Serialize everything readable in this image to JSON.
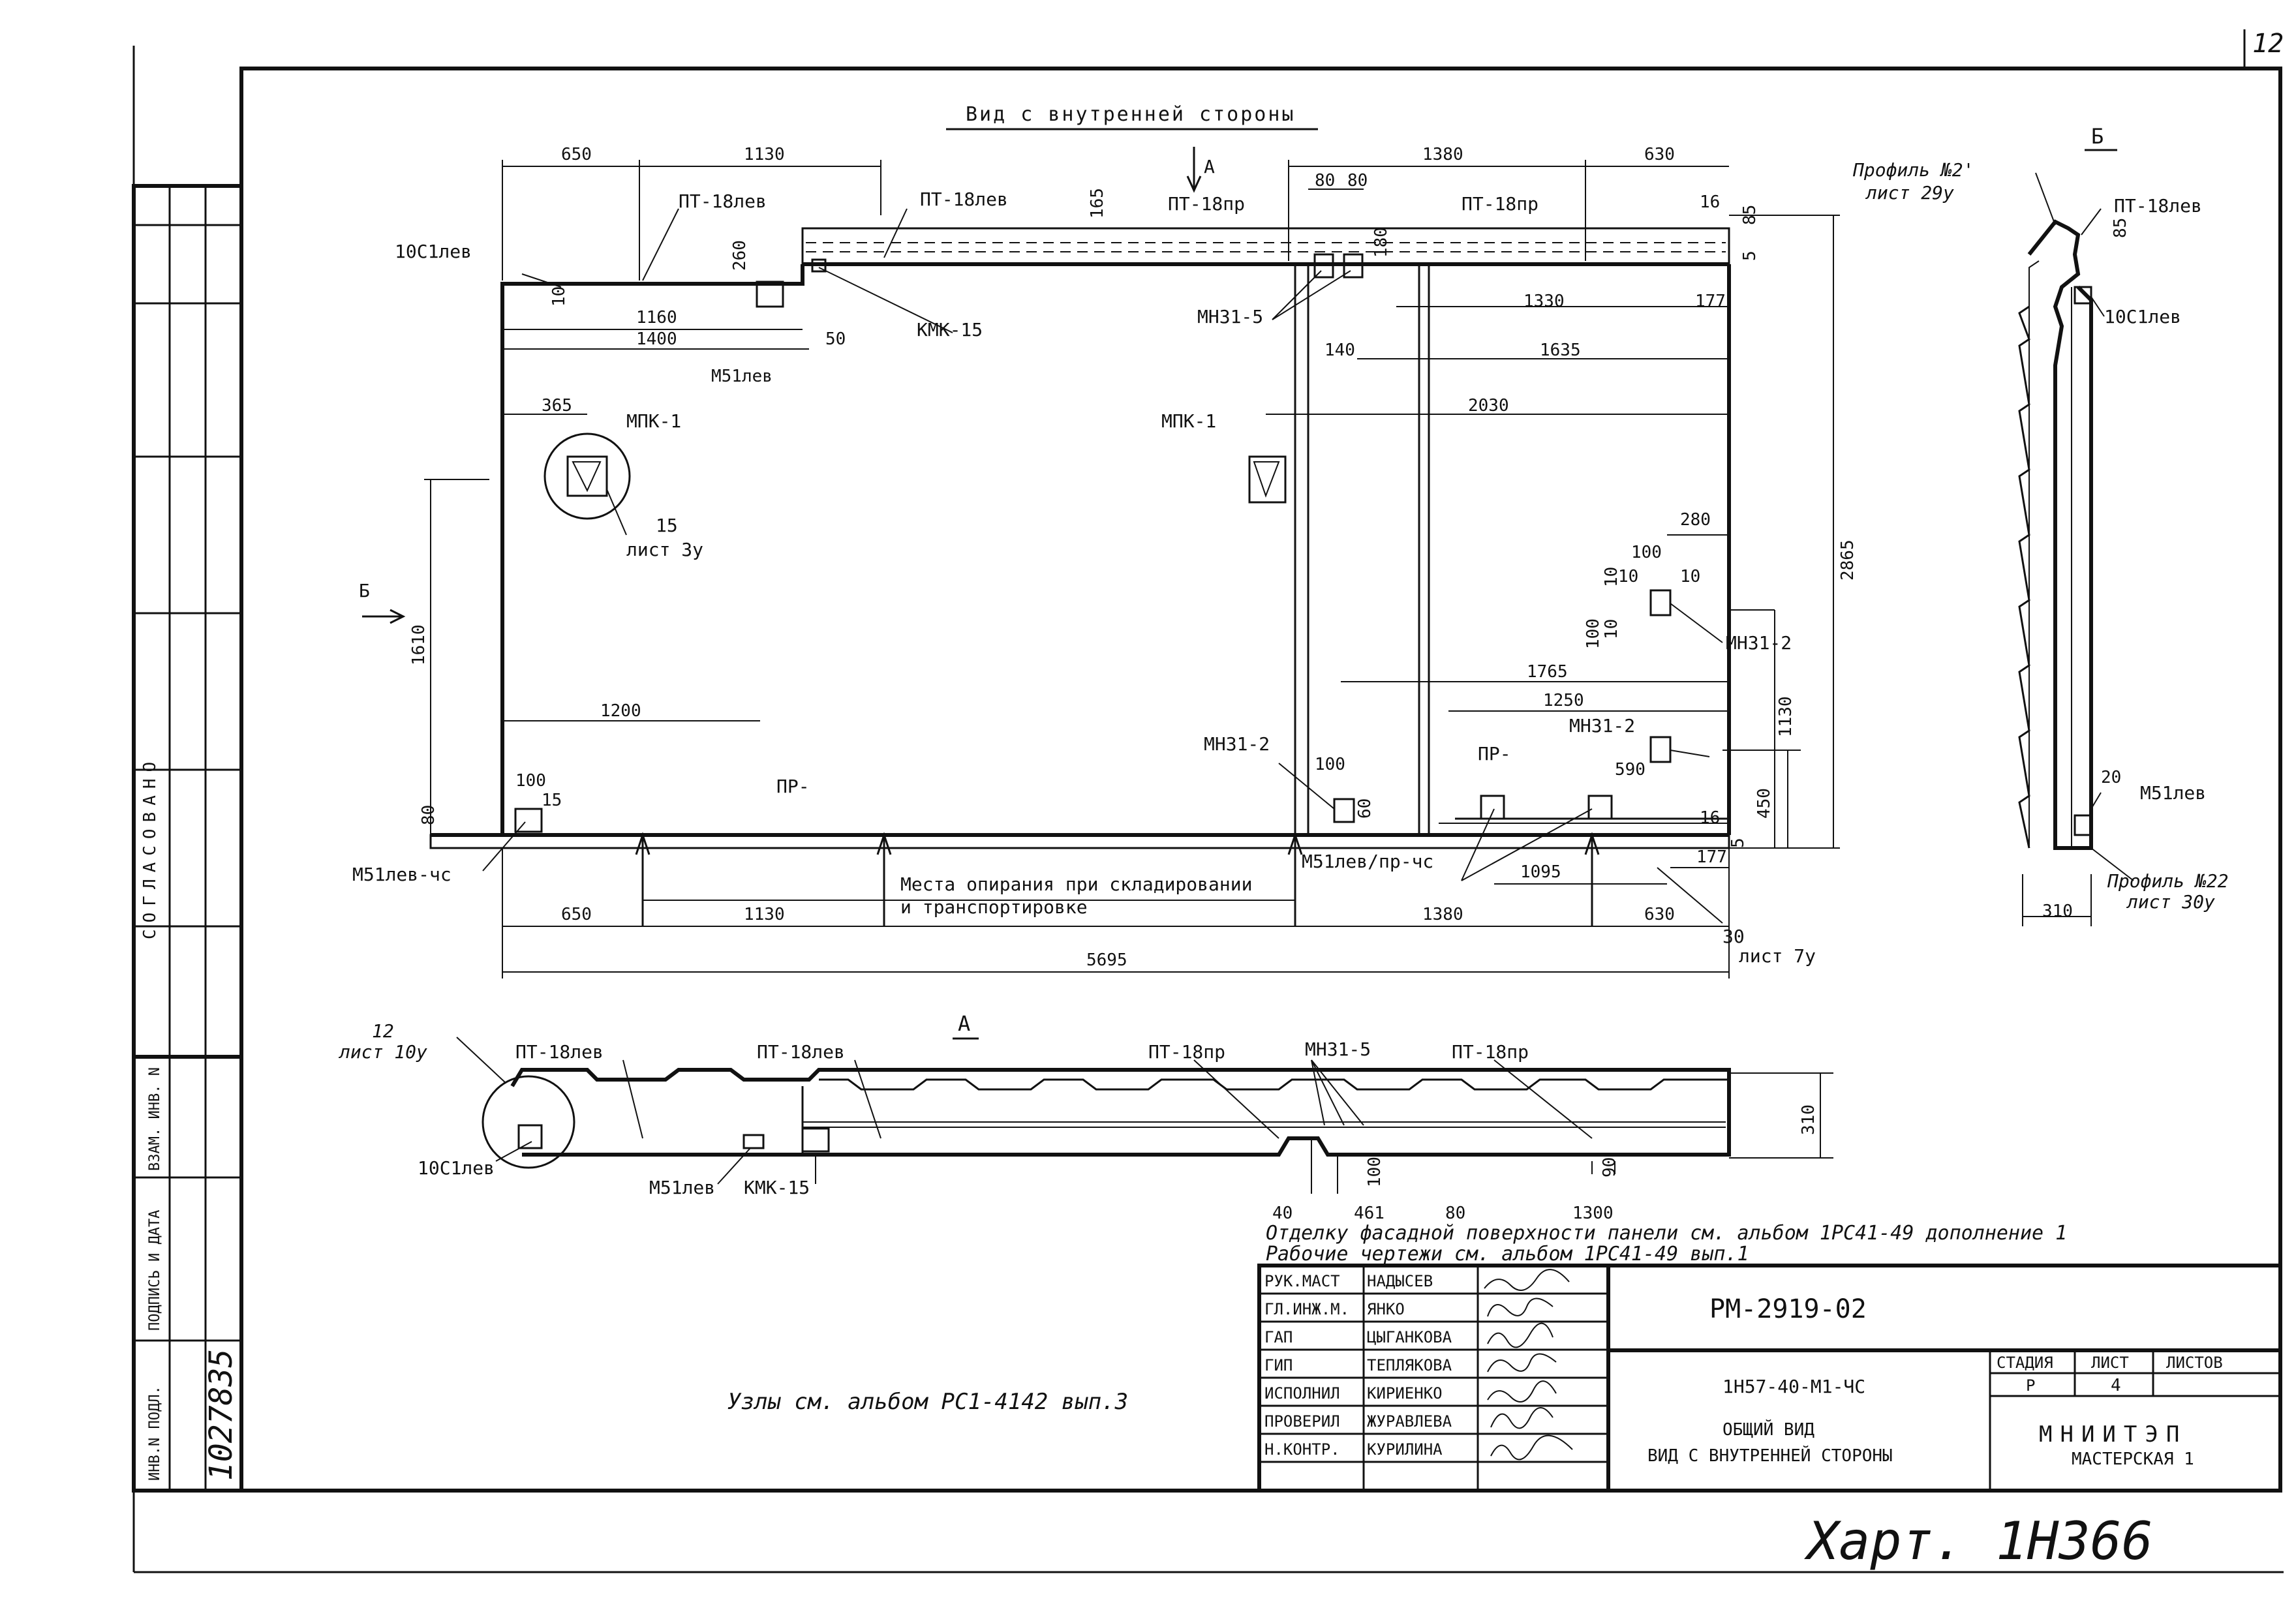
{
  "sheet_corner_number": "12",
  "handwritten_bottom": "Харт. 1Н366",
  "side_strip": {
    "agreed": "СОГЛАСОВАНО",
    "inv_sub": "ИНВ.N ПОДЛ.",
    "sign_date": "ПОДПИСЬ И ДАТА",
    "replace_inv": "ВЗАМ. ИНВ. N",
    "inv_number": "1027835"
  },
  "main_view": {
    "title": "Вид с внутренней стороны",
    "section_mark_a": "А",
    "section_mark_b": "Б",
    "support_note_line1": "Места опирания при складировании",
    "support_note_line2": "и транспортировке",
    "labels": {
      "pt18_lev_1": "ПТ-18лев",
      "pt18_lev_2": "ПТ-18лев",
      "pt18_pr_1": "ПТ-18пр",
      "pt18_pr_2": "ПТ-18пр",
      "c10_lev": "10С1лев",
      "kmk15": "КМК-15",
      "m51_lev": "М51лев",
      "mpk1_left": "МПК-1",
      "mpk1_right": "МПК-1",
      "mn31_5": "МН31-5",
      "mn31_2_a": "МН31-2",
      "mn31_2_b": "МН31-2",
      "mn31_2_c": "МН31-2",
      "pr_left": "ПР-",
      "pr_right": "ПР-",
      "m51_lev_chs": "М51лев-чс",
      "m51_lev_pr_chs": "М51лев/пр-чс",
      "ref15": "15",
      "ref15_sheet": "лист 3у",
      "ref30": "30",
      "ref30_sheet": "лист 7у"
    },
    "dims": {
      "d650_top": "650",
      "d1130_top": "1130",
      "d1380_top": "1380",
      "d630_top": "630",
      "d80a": "80",
      "d80b": "80",
      "d16_top": "16",
      "d85": "85",
      "d165": "165",
      "d260": "260",
      "d180": "180",
      "d10": "10",
      "d1160": "1160",
      "d1400": "1400",
      "d50": "50",
      "d5": "5",
      "d1330": "1330",
      "d177_top": "177",
      "d140": "140",
      "d1635": "1635",
      "d2030": "2030",
      "d365": "365",
      "d280": "280",
      "d100_a": "100",
      "d10_a": "10",
      "d10_b": "10",
      "d10_c": "10",
      "d100_b": "100",
      "d10_d": "10",
      "d2865": "2865",
      "d1610": "1610",
      "d1765": "1765",
      "d1250": "1250",
      "d1130_right": "1130",
      "d1200": "1200",
      "d590": "590",
      "d450": "450",
      "d100_c": "100",
      "d60": "60",
      "d100_d": "100",
      "d15": "15",
      "d80_bot": "80",
      "d16_bot": "16",
      "d5_bot": "5",
      "d1095": "1095",
      "d177_bot": "177",
      "d650_bot": "650",
      "d1130_bot": "1130",
      "d1380_bot": "1380",
      "d630_bot": "630",
      "d5695": "5695"
    }
  },
  "side_view": {
    "mark": "Б",
    "profile_top": "Профиль №2'",
    "profile_top_sheet": "лист 29у",
    "pt18_lev": "ПТ-18лев",
    "d85": "85",
    "c10_lev": "10С1лев",
    "d20": "20",
    "m51_lev": "М51лев",
    "d310": "310",
    "profile_bot": "Профиль №22",
    "profile_bot_sheet": "лист 30у"
  },
  "plan_view": {
    "mark": "А",
    "ref12": "12",
    "ref12_sheet": "лист 10у",
    "pt18_lev_1": "ПТ-18лев",
    "pt18_lev_2": "ПТ-18лев",
    "pt18_pr_1": "ПТ-18пр",
    "pt18_pr_2": "ПТ-18пр",
    "mn31_5": "МН31-5",
    "c10_lev": "10С1лев",
    "m51_lev": "М51лев",
    "kmk15": "КМК-15",
    "d310": "310",
    "d100": "100",
    "d90": "90",
    "d40": "40",
    "d461": "461",
    "d80": "80",
    "d1300": "1300"
  },
  "notes": {
    "finish_line1": "Отделку фасадной поверхности панели см. альбом 1РС41-49 дополнение 1",
    "finish_line2": "Рабочие чертежи см. альбом 1РС41-49 вып.1",
    "nodes": "Узлы см. альбом РС1-4142 вып.3"
  },
  "title_block": {
    "roles": [
      {
        "role": "РУК.МАСТ",
        "name": "НАДЫСЕВ"
      },
      {
        "role": "ГЛ.ИНЖ.М.",
        "name": "ЯНКО"
      },
      {
        "role": "ГАП",
        "name": "ЦЫГАНКОВА"
      },
      {
        "role": "ГИП",
        "name": "ТЕПЛЯКОВА"
      },
      {
        "role": "ИСПОЛНИЛ",
        "name": "КИРИЕНКО"
      },
      {
        "role": "ПРОВЕРИЛ",
        "name": "ЖУРАВЛЕВА"
      },
      {
        "role": "Н.КОНТР.",
        "name": "КУРИЛИНА"
      }
    ],
    "doc_code": "РМ-2919-02",
    "product_code": "1Н57-40-М1-ЧС",
    "title_line1": "ОБЩИЙ ВИД",
    "title_line2": "ВИД С ВНУТРЕННЕЙ СТОРОНЫ",
    "stage_label": "СТАДИЯ",
    "sheet_label": "ЛИСТ",
    "sheets_label": "ЛИСТОВ",
    "stage_value": "Р",
    "sheet_value": "4",
    "sheets_value": "",
    "org_name": "МНИИТЭП",
    "org_unit": "МАСТЕРСКАЯ 1"
  }
}
